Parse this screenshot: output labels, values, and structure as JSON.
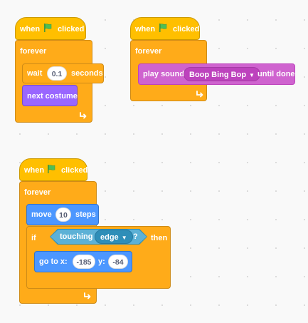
{
  "colors": {
    "events": "#ffbf00",
    "control": "#ffab19",
    "looks": "#9966ff",
    "sound": "#cf63cf",
    "motion": "#4c97ff",
    "sensing": "#5cb1d6"
  },
  "scripts": [
    {
      "hat": {
        "when": "when",
        "icon": "green-flag-icon",
        "clicked": "clicked"
      },
      "forever": "forever",
      "wait": {
        "label": "wait",
        "value": "0.1",
        "unit": "seconds"
      },
      "costume": "next costume",
      "loop_icon": "loop-arrow-icon"
    },
    {
      "hat": {
        "when": "when",
        "icon": "green-flag-icon",
        "clicked": "clicked"
      },
      "forever": "forever",
      "play": {
        "label": "play sound",
        "sound": "Boop Bing Bop",
        "suffix": "until done"
      },
      "loop_icon": "loop-arrow-icon"
    },
    {
      "hat": {
        "when": "when",
        "icon": "green-flag-icon",
        "clicked": "clicked"
      },
      "forever": "forever",
      "move": {
        "label": "move",
        "value": "10",
        "unit": "steps"
      },
      "if": {
        "label": "if",
        "then": "then"
      },
      "touching": {
        "label": "touching",
        "target": "edge",
        "q": "?"
      },
      "goto": {
        "label": "go to x:",
        "x": "-185",
        "ylabel": "y:",
        "y": "-84"
      },
      "loop_icon": "loop-arrow-icon"
    }
  ]
}
